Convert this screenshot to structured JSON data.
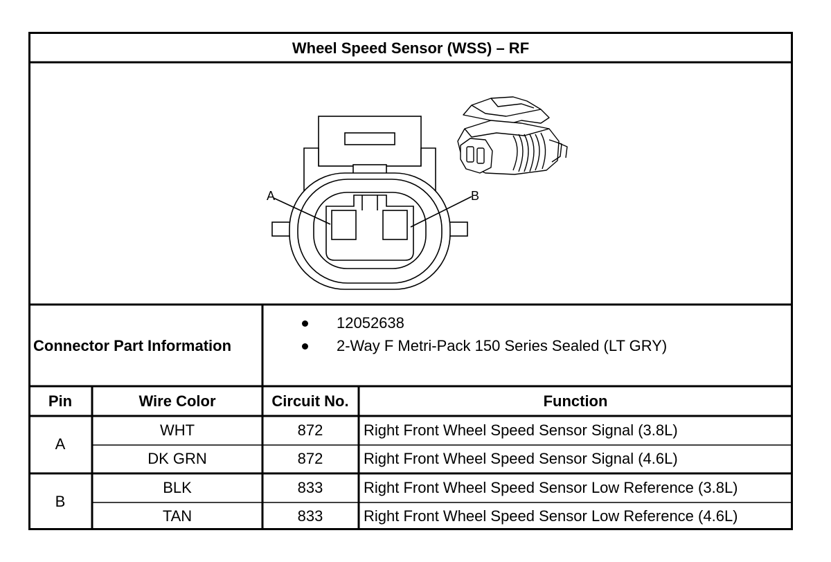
{
  "title": "Wheel Speed Sensor (WSS) – RF",
  "diagram": {
    "pin_labels": [
      "A",
      "B"
    ]
  },
  "connector_info": {
    "label": "Connector Part Information",
    "items": [
      "12052638",
      "2-Way F Metri-Pack 150 Series Sealed (LT GRY)"
    ]
  },
  "table": {
    "headers": [
      "Pin",
      "Wire Color",
      "Circuit No.",
      "Function"
    ],
    "groups": [
      {
        "pin": "A",
        "rows": [
          {
            "wire_color": "WHT",
            "circuit": "872",
            "function": "Right Front Wheel Speed Sensor Signal (3.8L)"
          },
          {
            "wire_color": "DK GRN",
            "circuit": "872",
            "function": "Right Front Wheel Speed Sensor Signal (4.6L)"
          }
        ]
      },
      {
        "pin": "B",
        "rows": [
          {
            "wire_color": "BLK",
            "circuit": "833",
            "function": "Right Front Wheel Speed Sensor Low Reference (3.8L)"
          },
          {
            "wire_color": "TAN",
            "circuit": "833",
            "function": "Right Front Wheel Speed Sensor Low Reference (4.6L)"
          }
        ]
      }
    ]
  }
}
